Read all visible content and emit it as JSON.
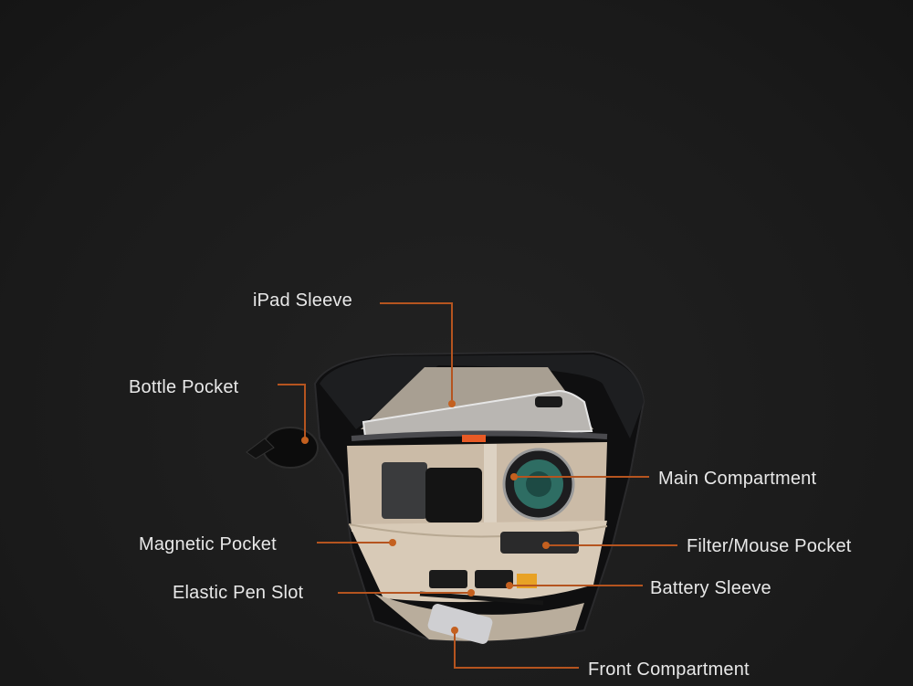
{
  "accent_color": "#b5541f",
  "labels": {
    "ipad_sleeve": "iPad Sleeve",
    "bottle_pocket": "Bottle Pocket",
    "main_compartment": "Main Compartment",
    "magnetic_pocket": "Magnetic Pocket",
    "filter_mouse_pocket": "Filter/Mouse Pocket",
    "elastic_pen_slot": "Elastic Pen Slot",
    "battery_sleeve": "Battery Sleeve",
    "front_compartment": "Front Compartment"
  }
}
